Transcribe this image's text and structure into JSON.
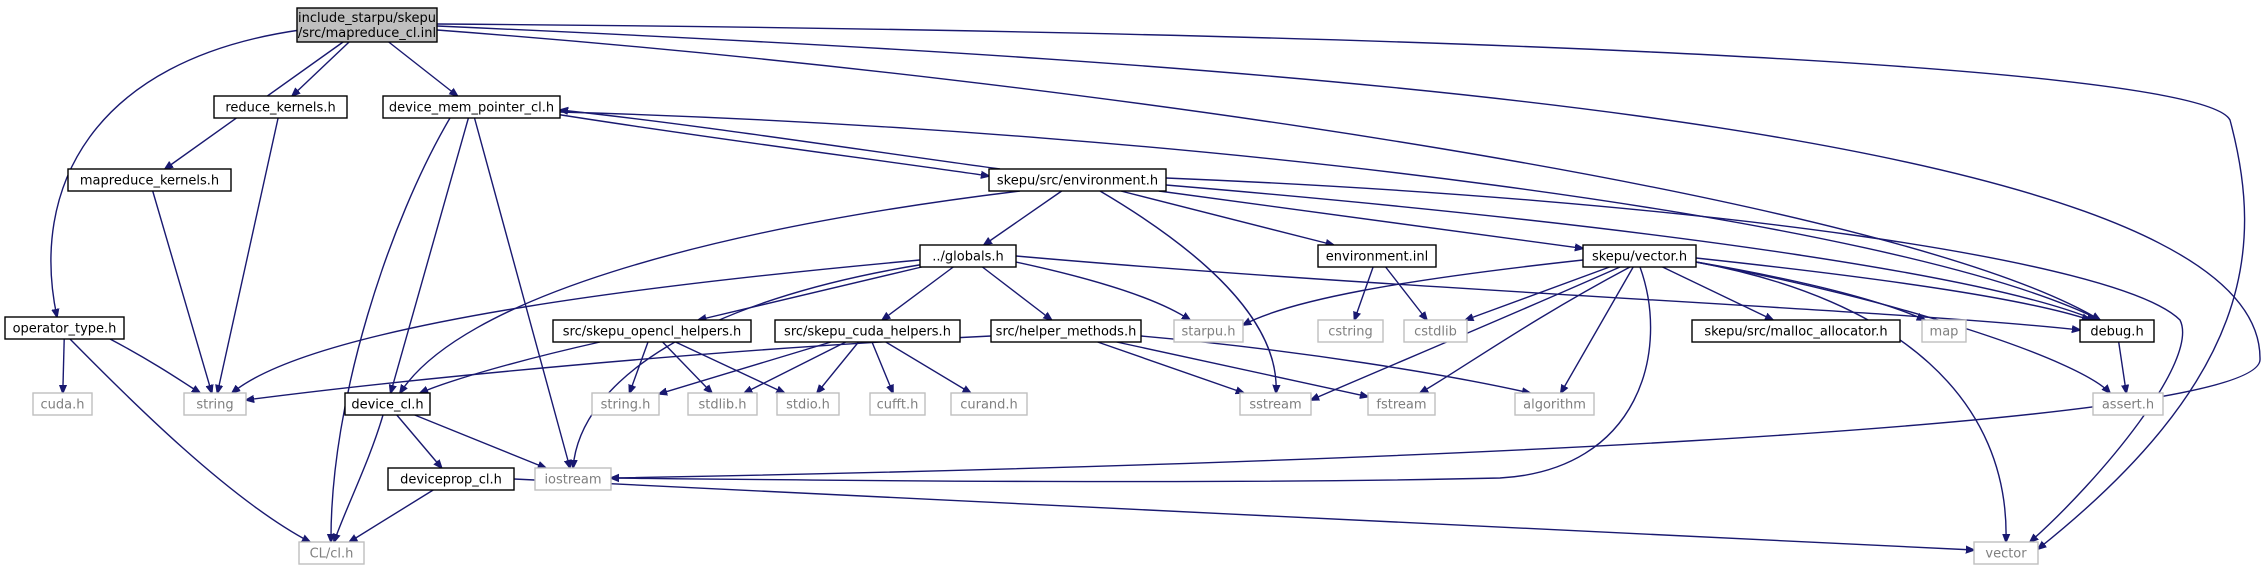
{
  "colors": {
    "edge": "#191970",
    "box_border": "#000000",
    "box_border_external": "#bfbfbf",
    "root_fill": "#bfbfbf",
    "text": "#000000",
    "text_external": "#7f7f7f"
  },
  "nodes": [
    {
      "id": "root",
      "lines": [
        "include_starpu/skepu",
        "/src/mapreduce_cl.inl"
      ],
      "kind": "root"
    },
    {
      "id": "reduce_kernels",
      "lines": [
        "reduce_kernels.h"
      ],
      "kind": "internal"
    },
    {
      "id": "device_mem_pointer",
      "lines": [
        "device_mem_pointer_cl.h"
      ],
      "kind": "internal"
    },
    {
      "id": "mapreduce_kernels",
      "lines": [
        "mapreduce_kernels.h"
      ],
      "kind": "internal"
    },
    {
      "id": "environment_h",
      "lines": [
        "skepu/src/environment.h"
      ],
      "kind": "internal"
    },
    {
      "id": "operator_type",
      "lines": [
        "operator_type.h"
      ],
      "kind": "internal"
    },
    {
      "id": "globals",
      "lines": [
        "../globals.h"
      ],
      "kind": "internal"
    },
    {
      "id": "environment_inl",
      "lines": [
        "environment.inl"
      ],
      "kind": "internal"
    },
    {
      "id": "vector_h",
      "lines": [
        "skepu/vector.h"
      ],
      "kind": "internal"
    },
    {
      "id": "opencl_helpers",
      "lines": [
        "src/skepu_opencl_helpers.h"
      ],
      "kind": "internal"
    },
    {
      "id": "cuda_helpers",
      "lines": [
        "src/skepu_cuda_helpers.h"
      ],
      "kind": "internal"
    },
    {
      "id": "helper_methods",
      "lines": [
        "src/helper_methods.h"
      ],
      "kind": "internal"
    },
    {
      "id": "starpu",
      "lines": [
        "starpu.h"
      ],
      "kind": "external"
    },
    {
      "id": "cstring",
      "lines": [
        "cstring"
      ],
      "kind": "external"
    },
    {
      "id": "cstdlib",
      "lines": [
        "cstdlib"
      ],
      "kind": "external"
    },
    {
      "id": "malloc_alloc",
      "lines": [
        "skepu/src/malloc_allocator.h"
      ],
      "kind": "internal"
    },
    {
      "id": "map",
      "lines": [
        "map"
      ],
      "kind": "external"
    },
    {
      "id": "debug",
      "lines": [
        "debug.h"
      ],
      "kind": "internal"
    },
    {
      "id": "cuda",
      "lines": [
        "cuda.h"
      ],
      "kind": "external"
    },
    {
      "id": "string",
      "lines": [
        "string"
      ],
      "kind": "external"
    },
    {
      "id": "device_cl",
      "lines": [
        "device_cl.h"
      ],
      "kind": "internal"
    },
    {
      "id": "string_h",
      "lines": [
        "string.h"
      ],
      "kind": "external"
    },
    {
      "id": "stdlib_h",
      "lines": [
        "stdlib.h"
      ],
      "kind": "external"
    },
    {
      "id": "stdio_h",
      "lines": [
        "stdio.h"
      ],
      "kind": "external"
    },
    {
      "id": "cufft",
      "lines": [
        "cufft.h"
      ],
      "kind": "external"
    },
    {
      "id": "curand",
      "lines": [
        "curand.h"
      ],
      "kind": "external"
    },
    {
      "id": "sstream",
      "lines": [
        "sstream"
      ],
      "kind": "external"
    },
    {
      "id": "fstream",
      "lines": [
        "fstream"
      ],
      "kind": "external"
    },
    {
      "id": "algorithm",
      "lines": [
        "algorithm"
      ],
      "kind": "external"
    },
    {
      "id": "assert_h",
      "lines": [
        "assert.h"
      ],
      "kind": "external"
    },
    {
      "id": "iostream",
      "lines": [
        "iostream"
      ],
      "kind": "external"
    },
    {
      "id": "deviceprop",
      "lines": [
        "deviceprop_cl.h"
      ],
      "kind": "internal"
    },
    {
      "id": "cl_h",
      "lines": [
        "CL/cl.h"
      ],
      "kind": "external"
    },
    {
      "id": "vector",
      "lines": [
        "vector"
      ],
      "kind": "external"
    }
  ],
  "edges": [
    [
      "root",
      "reduce_kernels"
    ],
    [
      "root",
      "device_mem_pointer"
    ],
    [
      "root",
      "mapreduce_kernels"
    ],
    [
      "root",
      "operator_type"
    ],
    [
      "root",
      "debug"
    ],
    [
      "root",
      "iostream"
    ],
    [
      "root",
      "vector"
    ],
    [
      "reduce_kernels",
      "string"
    ],
    [
      "mapreduce_kernels",
      "string"
    ],
    [
      "device_mem_pointer",
      "environment_h"
    ],
    [
      "device_mem_pointer",
      "device_cl"
    ],
    [
      "device_mem_pointer",
      "iostream"
    ],
    [
      "device_mem_pointer",
      "cl_h"
    ],
    [
      "device_mem_pointer",
      "debug"
    ],
    [
      "environment_h",
      "device_mem_pointer"
    ],
    [
      "environment_h",
      "globals"
    ],
    [
      "environment_h",
      "environment_inl"
    ],
    [
      "environment_h",
      "vector_h"
    ],
    [
      "environment_h",
      "device_cl"
    ],
    [
      "environment_h",
      "sstream"
    ],
    [
      "environment_h",
      "debug"
    ],
    [
      "environment_h",
      "vector"
    ],
    [
      "operator_type",
      "cuda"
    ],
    [
      "operator_type",
      "string"
    ],
    [
      "operator_type",
      "cl_h"
    ],
    [
      "globals",
      "opencl_helpers"
    ],
    [
      "globals",
      "cuda_helpers"
    ],
    [
      "globals",
      "helper_methods"
    ],
    [
      "globals",
      "starpu"
    ],
    [
      "globals",
      "string"
    ],
    [
      "globals",
      "iostream"
    ],
    [
      "globals",
      "debug"
    ],
    [
      "environment_inl",
      "cstring"
    ],
    [
      "environment_inl",
      "cstdlib"
    ],
    [
      "vector_h",
      "starpu"
    ],
    [
      "vector_h",
      "cstdlib"
    ],
    [
      "vector_h",
      "malloc_alloc"
    ],
    [
      "vector_h",
      "map"
    ],
    [
      "vector_h",
      "debug"
    ],
    [
      "vector_h",
      "sstream"
    ],
    [
      "vector_h",
      "fstream"
    ],
    [
      "vector_h",
      "algorithm"
    ],
    [
      "vector_h",
      "assert_h"
    ],
    [
      "vector_h",
      "iostream"
    ],
    [
      "vector_h",
      "vector"
    ],
    [
      "opencl_helpers",
      "device_cl"
    ],
    [
      "opencl_helpers",
      "string_h"
    ],
    [
      "opencl_helpers",
      "stdlib_h"
    ],
    [
      "opencl_helpers",
      "stdio_h"
    ],
    [
      "cuda_helpers",
      "string_h"
    ],
    [
      "cuda_helpers",
      "stdlib_h"
    ],
    [
      "cuda_helpers",
      "stdio_h"
    ],
    [
      "cuda_helpers",
      "cufft"
    ],
    [
      "cuda_helpers",
      "curand"
    ],
    [
      "helper_methods",
      "string"
    ],
    [
      "helper_methods",
      "sstream"
    ],
    [
      "helper_methods",
      "fstream"
    ],
    [
      "helper_methods",
      "algorithm"
    ],
    [
      "debug",
      "assert_h"
    ],
    [
      "device_cl",
      "deviceprop"
    ],
    [
      "device_cl",
      "iostream"
    ],
    [
      "device_cl",
      "cl_h"
    ],
    [
      "deviceprop",
      "cl_h"
    ],
    [
      "deviceprop",
      "vector"
    ]
  ]
}
